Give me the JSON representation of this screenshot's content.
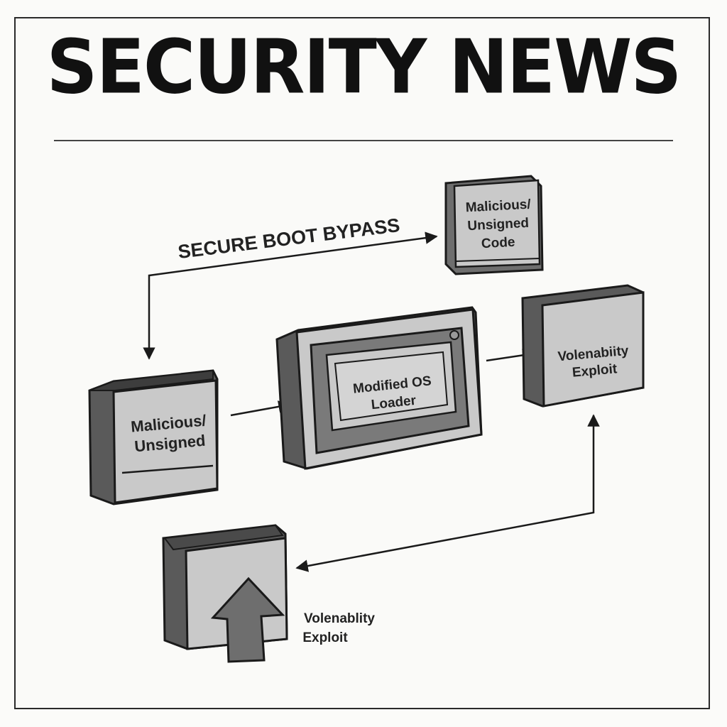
{
  "headline": "SECURITY NEWS",
  "bypass_label": "SECURE BOOT BYPASS",
  "nodes": {
    "left_block": {
      "line1": "Malicious/",
      "line2": "Unsigned"
    },
    "top_block": {
      "line1": "Malicious/",
      "line2": "Unsigned",
      "line3": "Code"
    },
    "center_device": {
      "line1": "Modified OS",
      "line2": "Loader"
    },
    "right_block": {
      "line1": "Volenabiity",
      "line2": "Exploit"
    },
    "bottom_block": {
      "line1": "Volenablity",
      "line2": "Exploit"
    }
  },
  "icons": [
    "up-arrow-icon",
    "arrow-head-icon"
  ],
  "colors": {
    "ink": "#1a1a1a",
    "face_light": "#c9c9c9",
    "face_mid": "#8f8f8f",
    "face_dark": "#5a5a5a",
    "paper": "#fbfbf9"
  }
}
